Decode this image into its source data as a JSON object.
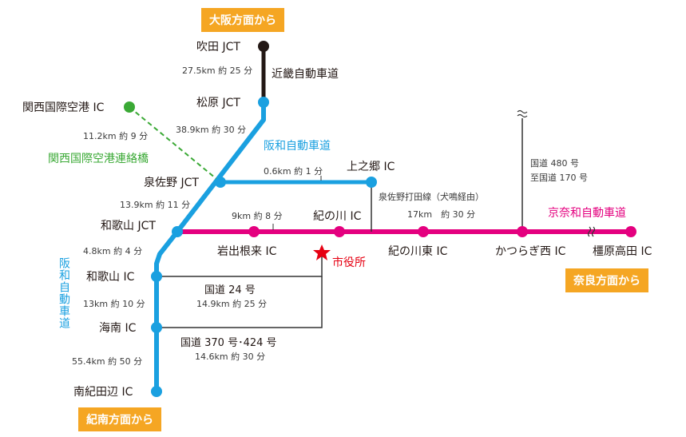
{
  "colors": {
    "hanwa": "#1aa0e0",
    "kinki": "#231815",
    "keinawa": "#e4007f",
    "airport_bridge": "#3aa935",
    "badge": "#f5a623",
    "cityhall": "#e60012",
    "national_route": "#333333"
  },
  "badges": {
    "osaka": "大阪方面から",
    "nara": "奈良方面から",
    "kinan": "紀南方面から"
  },
  "nodes": {
    "suita": "吹田 JCT",
    "matsubara": "松原 JCT",
    "kix": "関西国際空港 IC",
    "izumisano": "泉佐野 JCT",
    "kaminogo": "上之郷 IC",
    "wakayama_jct": "和歌山 JCT",
    "iwadenegoro": "岩出根来 IC",
    "kinokawa": "紀の川 IC",
    "kinokawa_east": "紀の川東 IC",
    "katsuragi_nishi": "かつらぎ西 IC",
    "kashihara_takada": "橿原高田 IC",
    "wakayama_ic": "和歌山 IC",
    "kainan": "海南 IC",
    "minamikitanabe": "南紀田辺 IC"
  },
  "roads": {
    "kinki": "近畿自動車道",
    "hanwa": "阪和自動車道",
    "hanwa_vertical": "阪和自動車道",
    "airport_bridge": "関西国際空港連絡橋",
    "keinawa": "京奈和自動車道",
    "izumisano_uchita": "泉佐野打田線（犬鳴経由）",
    "national_480": "国道 480 号",
    "national_170": "至国道 170 号",
    "route24": "国道 24 号",
    "route370": "国道 370 号･424 号"
  },
  "distances": {
    "suita_matsubara": "27.5km 約 25 分",
    "kix_izumisano": "11.2km 約 9 分",
    "matsubara_izumisano": "38.9km 約 30 分",
    "izumisano_kaminogo": "0.6km 約 1 分",
    "izumisano_wakayama": "13.9km 約 11 分",
    "wakayama_iwade": "9km 約 8 分",
    "kaminogo_kinokawa": "17km　約 30 分",
    "wjct_wakayama_ic": "4.8km 約 4 分",
    "wakayama_kainan": "13km 約 10 分",
    "kainan_minamikitanabe": "55.4km 約 50 分",
    "route24_time": "14.9km 約 25 分",
    "route370_time": "14.6km 約 30 分"
  },
  "cityhall": "市役所",
  "icons": {
    "cityhall": "star-icon",
    "road_break": "wavy-break-icon"
  }
}
